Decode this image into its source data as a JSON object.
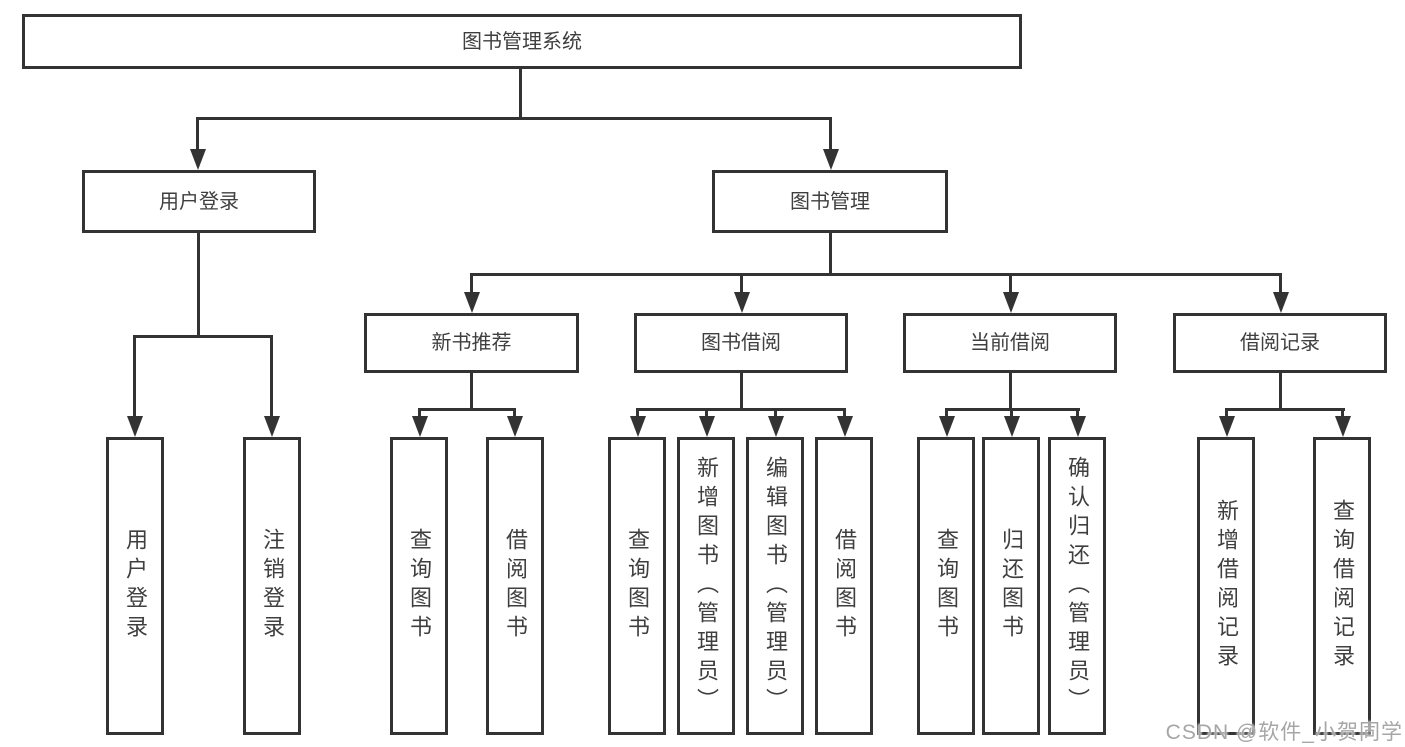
{
  "diagram": {
    "nodes": {
      "root": {
        "label": "图书管理系统"
      },
      "user_login": {
        "label": "用户登录"
      },
      "book_management": {
        "label": "图书管理"
      },
      "new_book_recommendation": {
        "label": "新书推荐"
      },
      "book_borrowing": {
        "label": "图书借阅"
      },
      "current_borrowing": {
        "label": "当前借阅"
      },
      "borrowing_records": {
        "label": "借阅记录"
      }
    },
    "leaves": {
      "user_login": {
        "label": "用户登录"
      },
      "logout": {
        "label": "注销登录"
      },
      "recommend_query_books": {
        "label": "查询图书"
      },
      "recommend_borrow_books": {
        "label": "借阅图书"
      },
      "borrowing_query_books": {
        "label": "查询图书"
      },
      "borrowing_add_books_admin": {
        "label": "新增图书（管理员）"
      },
      "borrowing_edit_books_admin": {
        "label": "编辑图书（管理员）"
      },
      "borrowing_borrow_books": {
        "label": "借阅图书"
      },
      "current_query_books": {
        "label": "查询图书"
      },
      "current_return_books": {
        "label": "归还图书"
      },
      "current_confirm_return_admin": {
        "label": "确认归还（管理员）"
      },
      "records_add_record": {
        "label": "新增借阅记录"
      },
      "records_query_record": {
        "label": "查询借阅记录"
      }
    },
    "colors": {
      "line": "#333333",
      "node_border": "#333333",
      "node_text": "#3f3f3f",
      "background": "#ffffff",
      "watermark_text": "#a6a6a6"
    },
    "watermark": {
      "text": "CSDN @软件_小贺同学"
    }
  }
}
